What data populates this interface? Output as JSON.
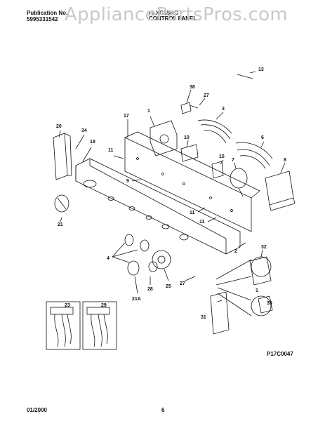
{
  "header": {
    "publication_label": "Publication No.",
    "publication_number": "5995331542",
    "model": "FLXG35RGT",
    "section_title": "CONTROL PANEL"
  },
  "watermark": "AppliancePartsPros.com",
  "diagram_code": "P17C0047",
  "footer": {
    "date": "01/2000",
    "page": "6"
  },
  "callouts": [
    "13",
    "38",
    "27",
    "1",
    "3",
    "17",
    "20",
    "34",
    "18",
    "11",
    "10",
    "6",
    "15",
    "7",
    "8",
    "9",
    "11",
    "11",
    "21",
    "4",
    "28",
    "25",
    "27",
    "2",
    "32",
    "21A",
    "1",
    "35",
    "23",
    "29",
    "31"
  ]
}
